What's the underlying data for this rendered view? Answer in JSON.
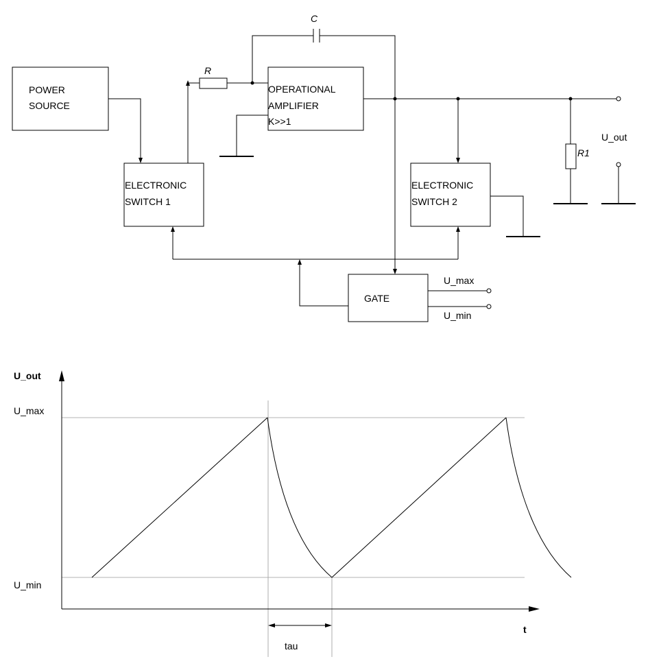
{
  "circuit": {
    "power_source": [
      "POWER",
      "SOURCE"
    ],
    "electronic_switch_1": [
      "ELECTRONIC",
      "SWITCH 1"
    ],
    "operational_amplifier": [
      "OPERATIONAL",
      "AMPLIFIER",
      "K>>1"
    ],
    "electronic_switch_2": [
      "ELECTRONIC",
      "SWITCH 2"
    ],
    "gate": "GATE",
    "resistor_r": "R",
    "capacitor_c": "C",
    "resistor_r1": "R1",
    "output_label": "U_out",
    "u_max_input": "U_max",
    "u_min_input": "U_min"
  },
  "waveform": {
    "y_axis_label": "U_out",
    "x_axis_label": "t",
    "u_max_label": "U_max",
    "u_min_label": "U_min",
    "tau_label": "tau"
  }
}
